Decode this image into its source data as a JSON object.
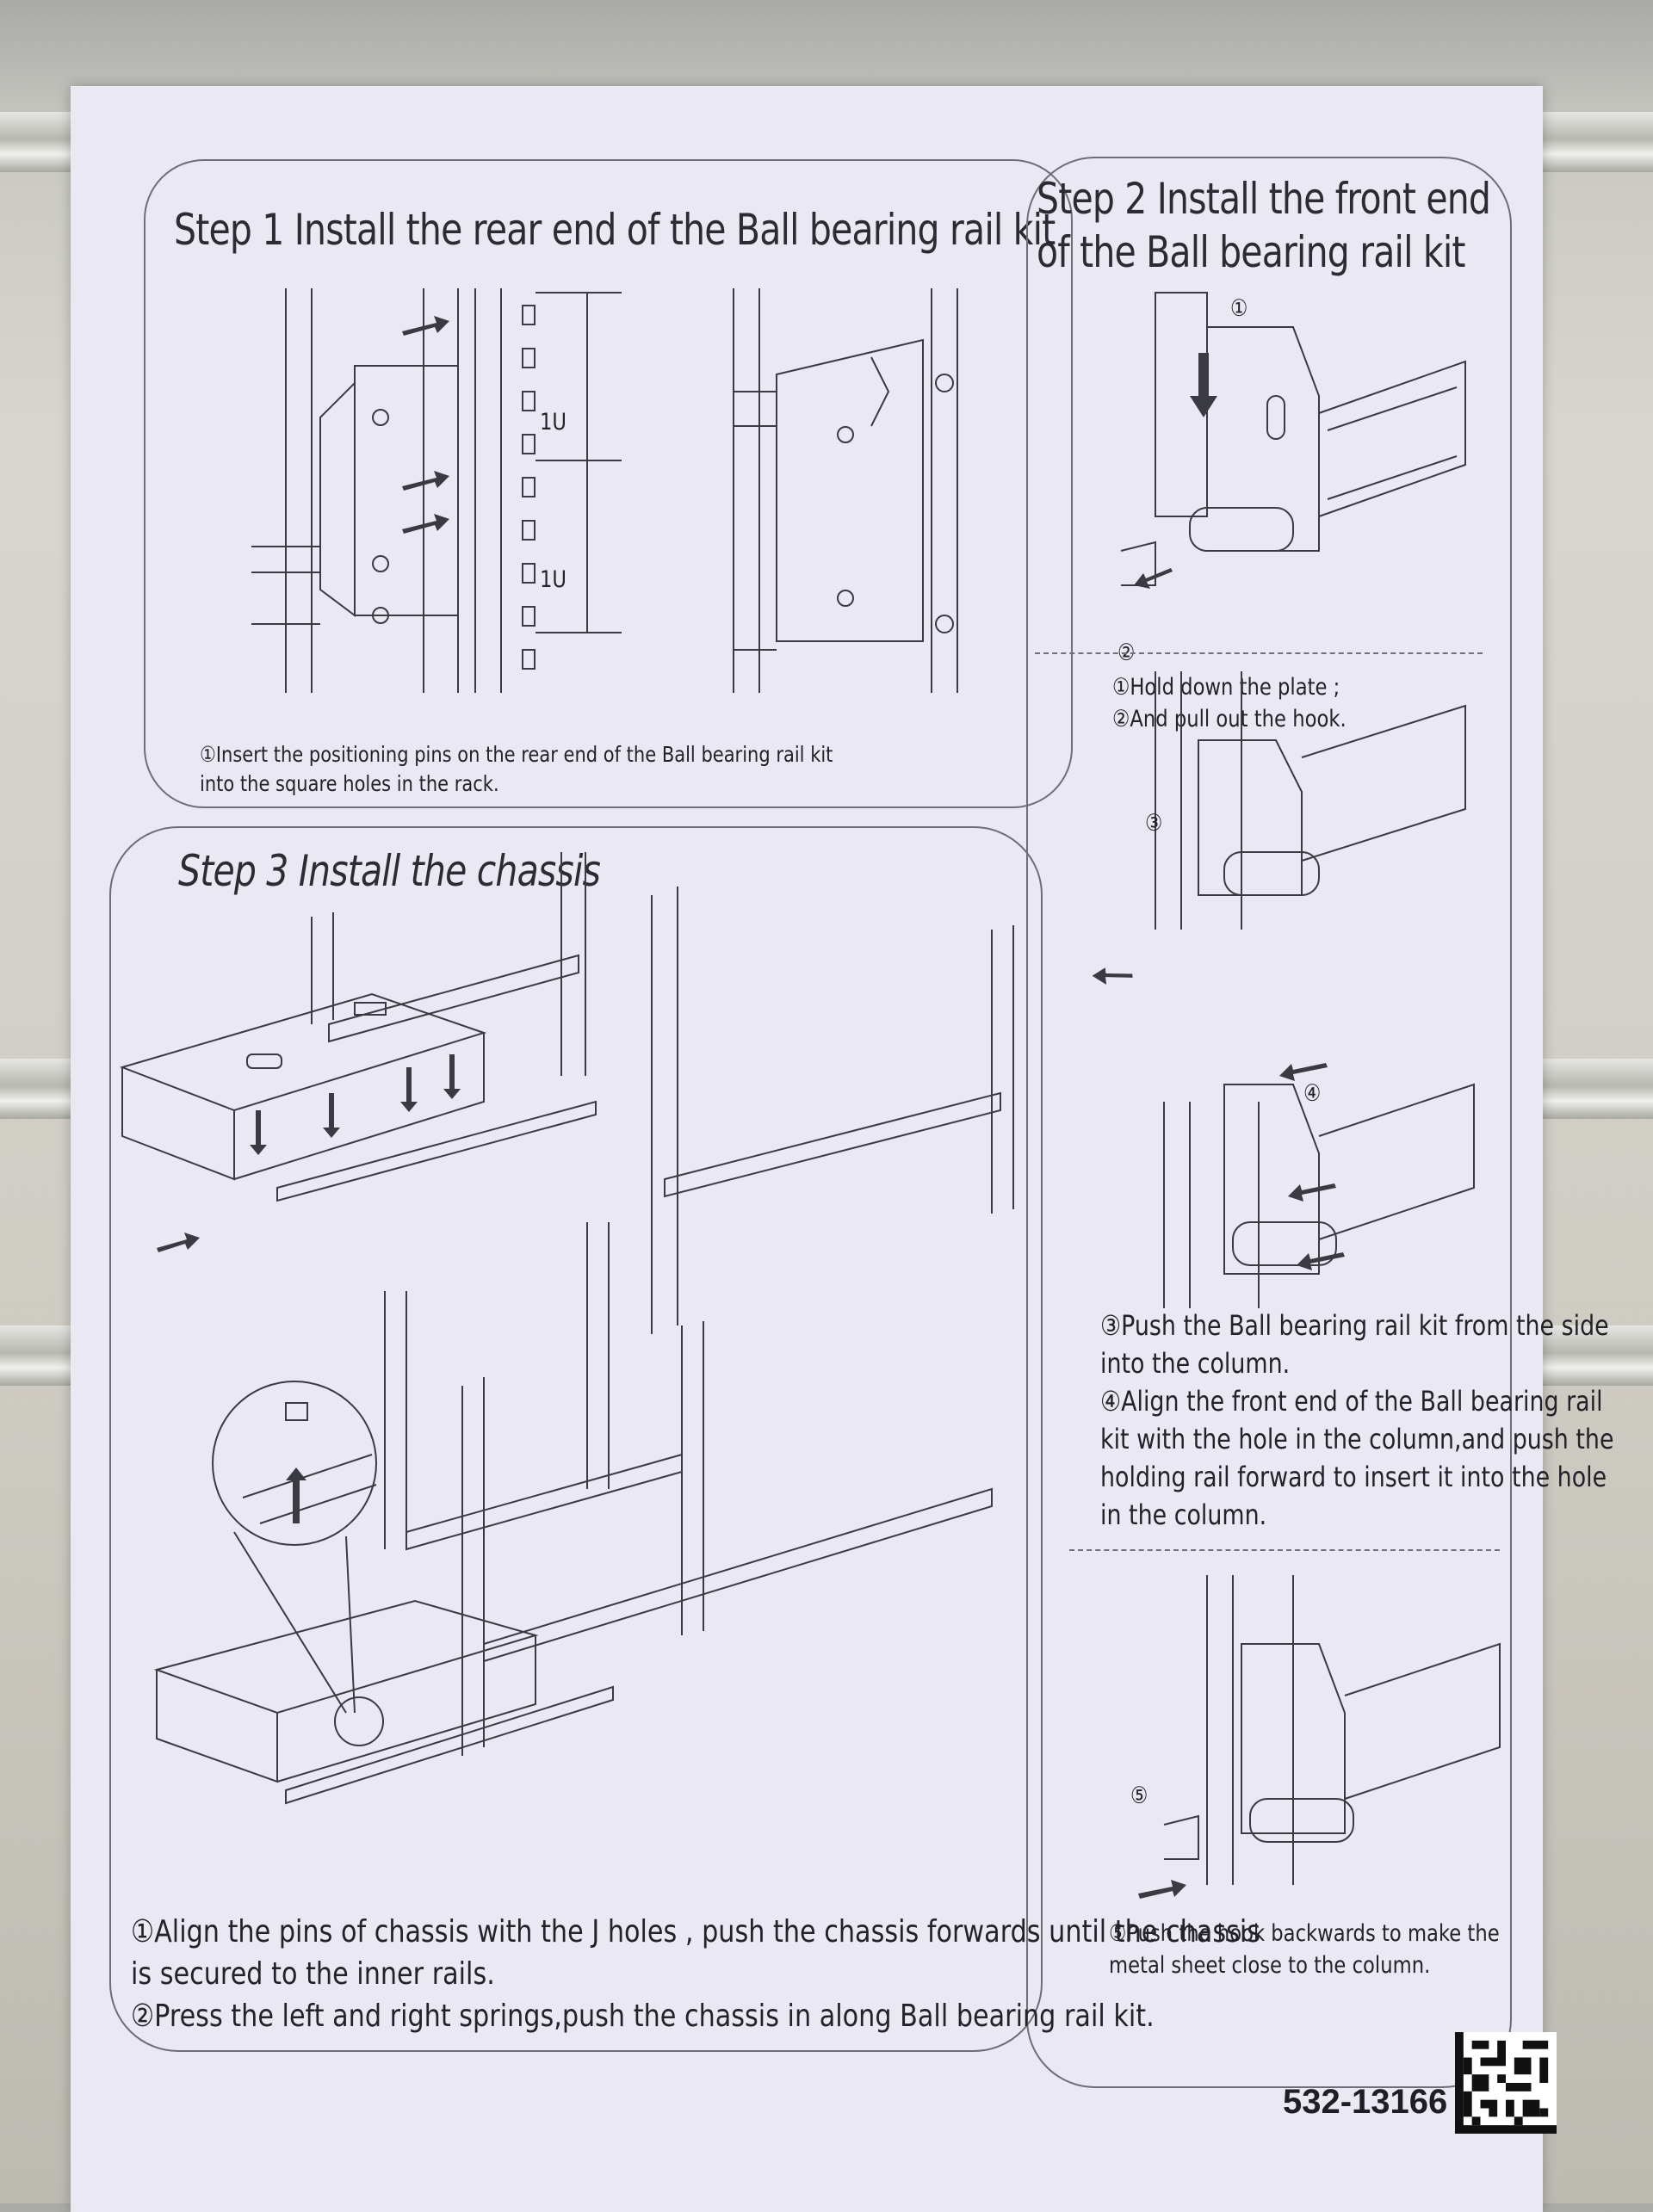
{
  "step1": {
    "title": "Step 1 Install the rear end of the Ball bearing  rail kit",
    "unit_label_top": "1U",
    "unit_label_bottom": "1U",
    "caption_lines": [
      "①Insert the positioning pins on the rear end of the Ball bearing rail kit",
      "into the square holes in the rack."
    ]
  },
  "step2": {
    "title_lines": [
      "Step 2 Install the front end",
      "of the Ball bearing rail kit"
    ],
    "callout_1": "①",
    "callout_2": "②",
    "callout_3": "③",
    "callout_4": "④",
    "callout_5": "⑤",
    "caption_a_lines": [
      "①Hold down the plate ;",
      "②And pull out the hook."
    ],
    "caption_b_lines": [
      "③Push the Ball bearing rail kit from the side",
      "into the column.",
      "④Align the front end of the Ball bearing rail",
      "kit with the hole in the column,and push the",
      "holding rail forward to insert it into the hole",
      "in the column."
    ],
    "caption_c_lines": [
      "⑤Push the hook backwards to make the",
      "metal sheet close to the column."
    ]
  },
  "step3": {
    "title": "Step 3 Install the chassis",
    "caption_lines": [
      "①Align the pins of chassis with the J holes , push the chassis forwards until the chassis",
      "is secured to the inner rails.",
      "②Press the left and right springs,push the chassis in along Ball bearing rail kit."
    ]
  },
  "footer": {
    "part_number": "532-13166"
  }
}
